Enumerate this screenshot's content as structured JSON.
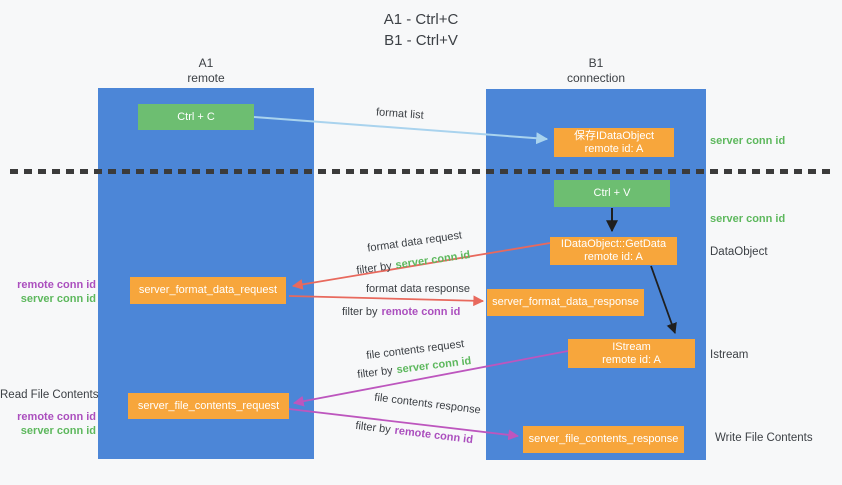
{
  "title": {
    "lines": [
      "A1 - Ctrl+C",
      "B1 - Ctrl+V"
    ]
  },
  "columns": [
    {
      "name": "A1",
      "subtitle": "remote"
    },
    {
      "name": "B1",
      "subtitle": "connection"
    }
  ],
  "nodes": {
    "ctrl_c": {
      "label": "Ctrl + C"
    },
    "ctrl_v": {
      "label": "Ctrl + V"
    },
    "save_idataobject": {
      "line1": "保存IDataObject",
      "line2": "remote id: A"
    },
    "getdata": {
      "line1": "IDataObject::GetData",
      "line2": "remote id: A"
    },
    "istream": {
      "line1": "IStream",
      "line2": "remote id: A"
    },
    "server_format_data_request": {
      "label": "server_format_data_request"
    },
    "server_format_data_response": {
      "label": "server_format_data_response"
    },
    "server_file_contents_request": {
      "label": "server_file_contents_request"
    },
    "server_file_contents_response": {
      "label": "server_file_contents_response"
    }
  },
  "arrow_labels": {
    "format_list": "format list",
    "format_data_request": "format data request",
    "format_data_response": "format data response",
    "file_contents_request": "file contents request",
    "file_contents_response": "file contents response",
    "filter_by": "filter by",
    "server_conn_id": "server conn id",
    "remote_conn_id": "remote conn id"
  },
  "side_labels": {
    "left_top": {
      "remote": "remote conn id",
      "server": "server conn id"
    },
    "read_file_contents": "Read File Contents",
    "left_bottom": {
      "remote": "remote conn id",
      "server": "server conn id"
    },
    "right_server_conn_1": "server conn id",
    "right_server_conn_2": "server conn id",
    "dataobject": "DataObject",
    "istream": "Istream",
    "write_file_contents": "Write File Contents"
  },
  "colors": {
    "lifeline_blue": "#4c86d7",
    "action_green": "#6dbe71",
    "message_orange": "#f7a63c",
    "server_conn_green": "#5db85d",
    "remote_conn_purple": "#ab4fbe",
    "request_arrow_red": "#e8695d",
    "response_arrow_purple": "#bd56be",
    "format_list_arrow_blue": "#a9d3ee",
    "black_arrow": "#1f1f1f",
    "text_dark": "#3b3f44"
  }
}
